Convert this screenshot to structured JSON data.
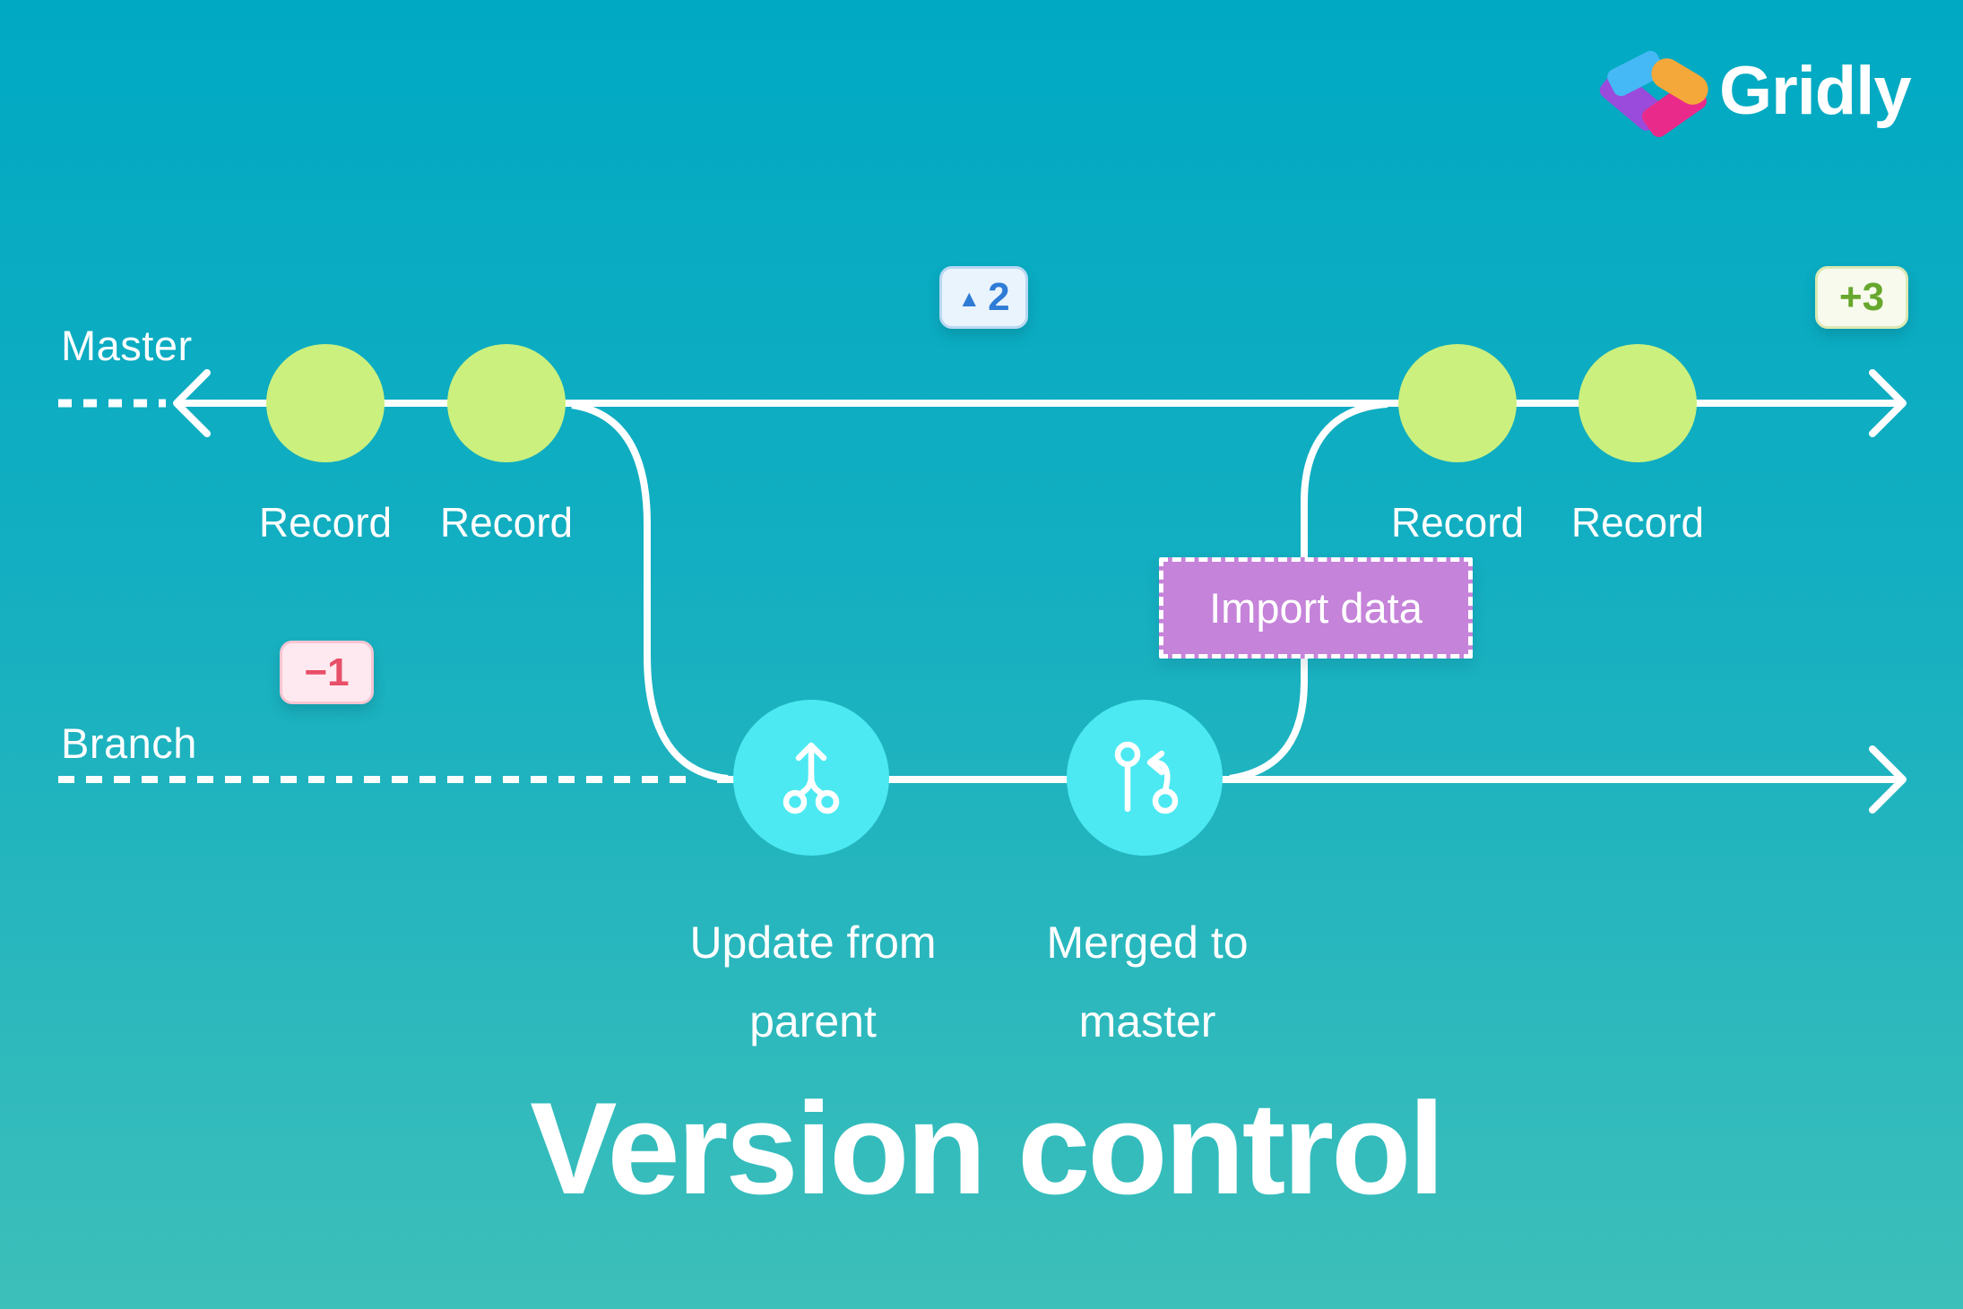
{
  "brand": {
    "name": "Gridly"
  },
  "page_title": "Version control",
  "lanes": {
    "master_label": "Master",
    "branch_label": "Branch"
  },
  "records": [
    "Record",
    "Record",
    "Record",
    "Record"
  ],
  "nodes": {
    "update_from_parent": {
      "lines": [
        "Update from",
        "parent"
      ]
    },
    "merged_to_master": {
      "lines": [
        "Merged to",
        "master"
      ]
    }
  },
  "import_action": {
    "label": "Import data"
  },
  "badges": {
    "modified": {
      "icon": "▲",
      "value": "2"
    },
    "added": {
      "value": "+3"
    },
    "deleted": {
      "value": "−1"
    }
  },
  "colors": {
    "background_top": "#00a9c3",
    "background_bottom": "#3dbfba",
    "record_node": "#cbf07e",
    "branch_node": "#4ce9f2",
    "line": "#ffffff",
    "import_fill": "#c583d9",
    "badge_modified_text": "#2e7cd6",
    "badge_added_text": "#67a72e",
    "badge_deleted_text": "#e84f68",
    "logo_blue": "#45b9f5",
    "logo_purple": "#9a4bdb",
    "logo_orange": "#f4a83a",
    "logo_pink": "#ea2a8a"
  }
}
